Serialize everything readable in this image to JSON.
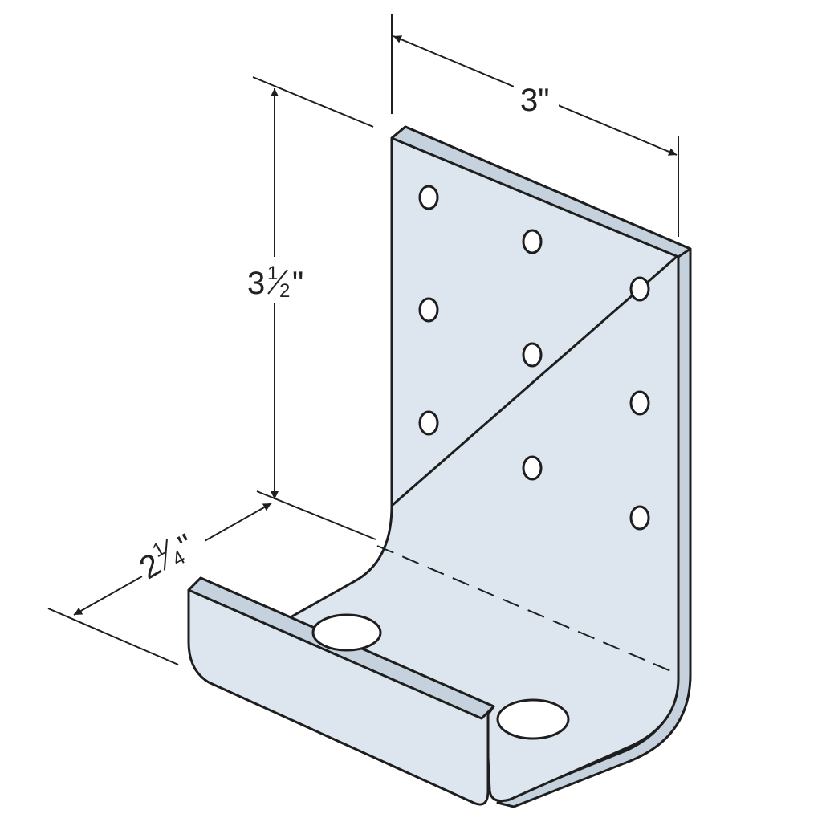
{
  "dimensions": {
    "width": {
      "whole": "3",
      "fraction_num": "",
      "fraction_den": "",
      "unit": "\""
    },
    "height": {
      "whole": "3",
      "fraction_num": "1",
      "fraction_den": "2",
      "unit": "\""
    },
    "depth": {
      "whole": "2",
      "fraction_num": "1",
      "fraction_den": "4",
      "unit": "\""
    }
  },
  "colors": {
    "metal_face": "#dde6ee",
    "metal_edge": "#c5d2dd",
    "outline": "#1e1e1e",
    "hole": "#ffffff"
  },
  "icons": {
    "arrowhead": "filled-triangle"
  }
}
